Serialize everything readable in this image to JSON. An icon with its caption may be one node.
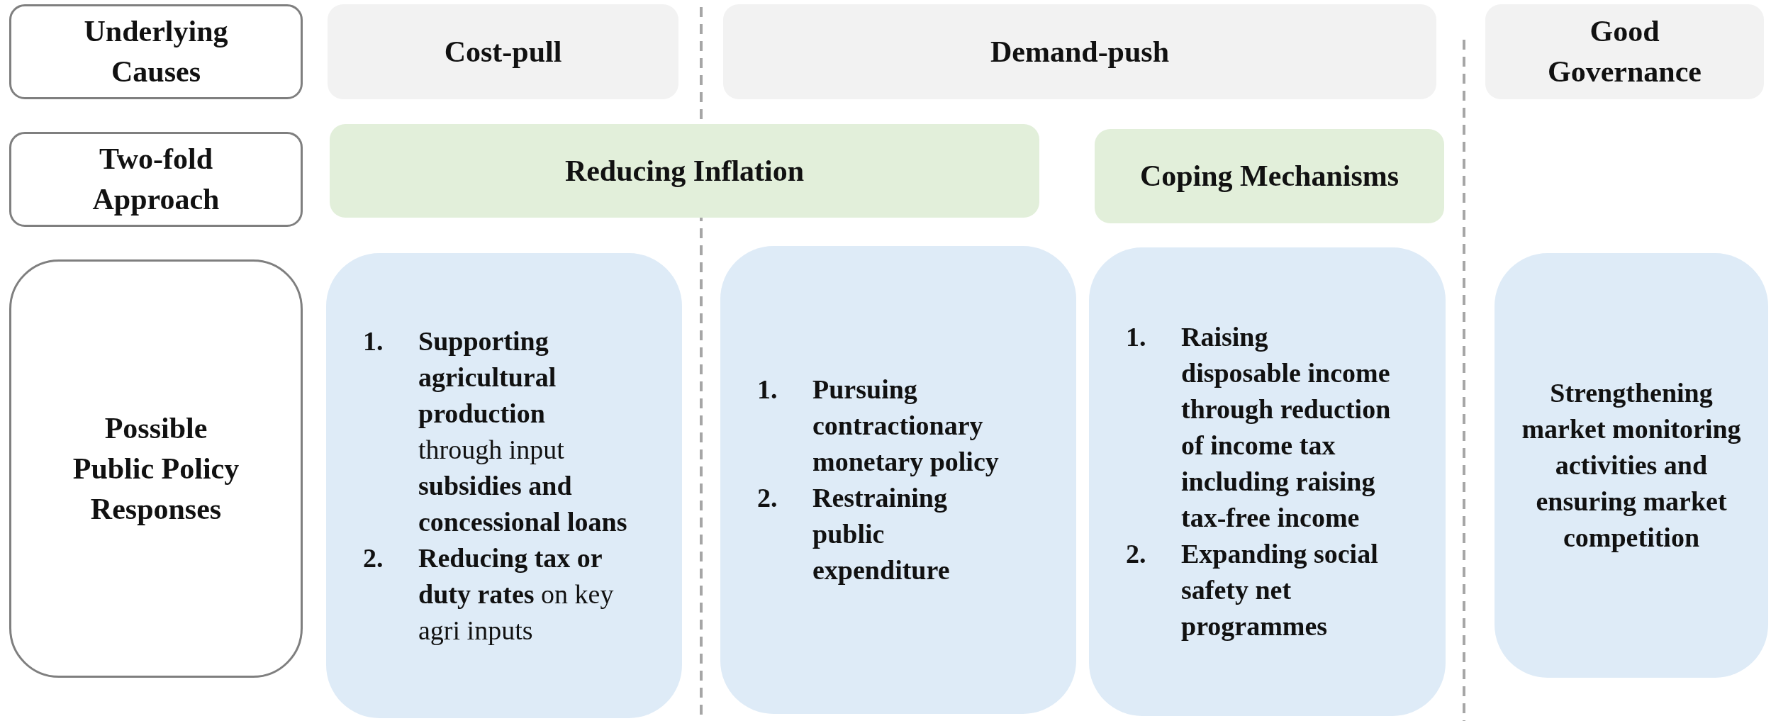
{
  "diagram": {
    "nodes": [
      {
        "text": [
          "Underlying Causes"
        ]
      },
      {
        "text": [
          "Cost-pull"
        ]
      },
      {
        "text": [
          "Demand-push"
        ]
      },
      {
        "text": [
          "Good Governance"
        ]
      },
      {
        "text": [
          "Two-fold Approach"
        ]
      },
      {
        "text": [
          "Reducing Inflation"
        ]
      },
      {
        "text": [
          "Coping Mechanisms"
        ]
      },
      {
        "text": [
          "Possible Public Policy Responses"
        ]
      },
      {
        "text": [
          "1. **Supporting agricultural production** through input **subsidies and concessional loans**",
          "2. **Reducing tax or duty rates** on key agri inputs"
        ]
      },
      {
        "text": [
          "1. Pursuing contractionary monetary policy",
          "2. Restraining public expenditure"
        ]
      },
      {
        "text": [
          "1. Raising disposable income through reduction of income tax including raising tax-free income",
          "2. Expanding social safety net programmes"
        ]
      },
      {
        "text": [
          "Strengthening market monitoring activities and ensuring market competition"
        ]
      }
    ]
  }
}
